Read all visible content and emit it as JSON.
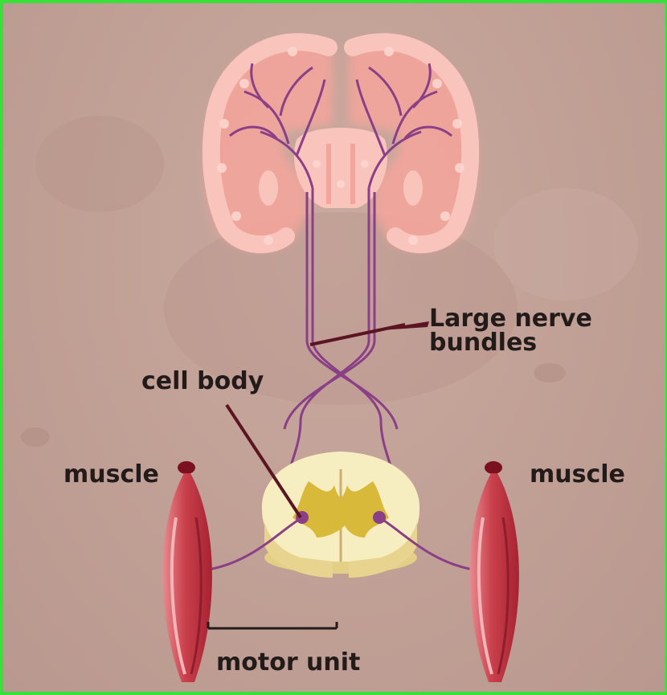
{
  "labels": {
    "large_nerve_line1": "Large nerve",
    "large_nerve_line2": "bundles",
    "cell_body": "cell body",
    "muscle_left": "muscle",
    "muscle_right": "muscle",
    "motor_unit": "motor unit"
  },
  "colors": {
    "background": "#c2a197",
    "frame": "#39e03a",
    "brain": "#f6b9b0",
    "nerve": "#8a3f86",
    "spinal_cord_white": "#f6eec0",
    "spinal_cord_gray": "#d8b93a",
    "muscle": "#c9404c",
    "pointer": "#5a1422"
  }
}
